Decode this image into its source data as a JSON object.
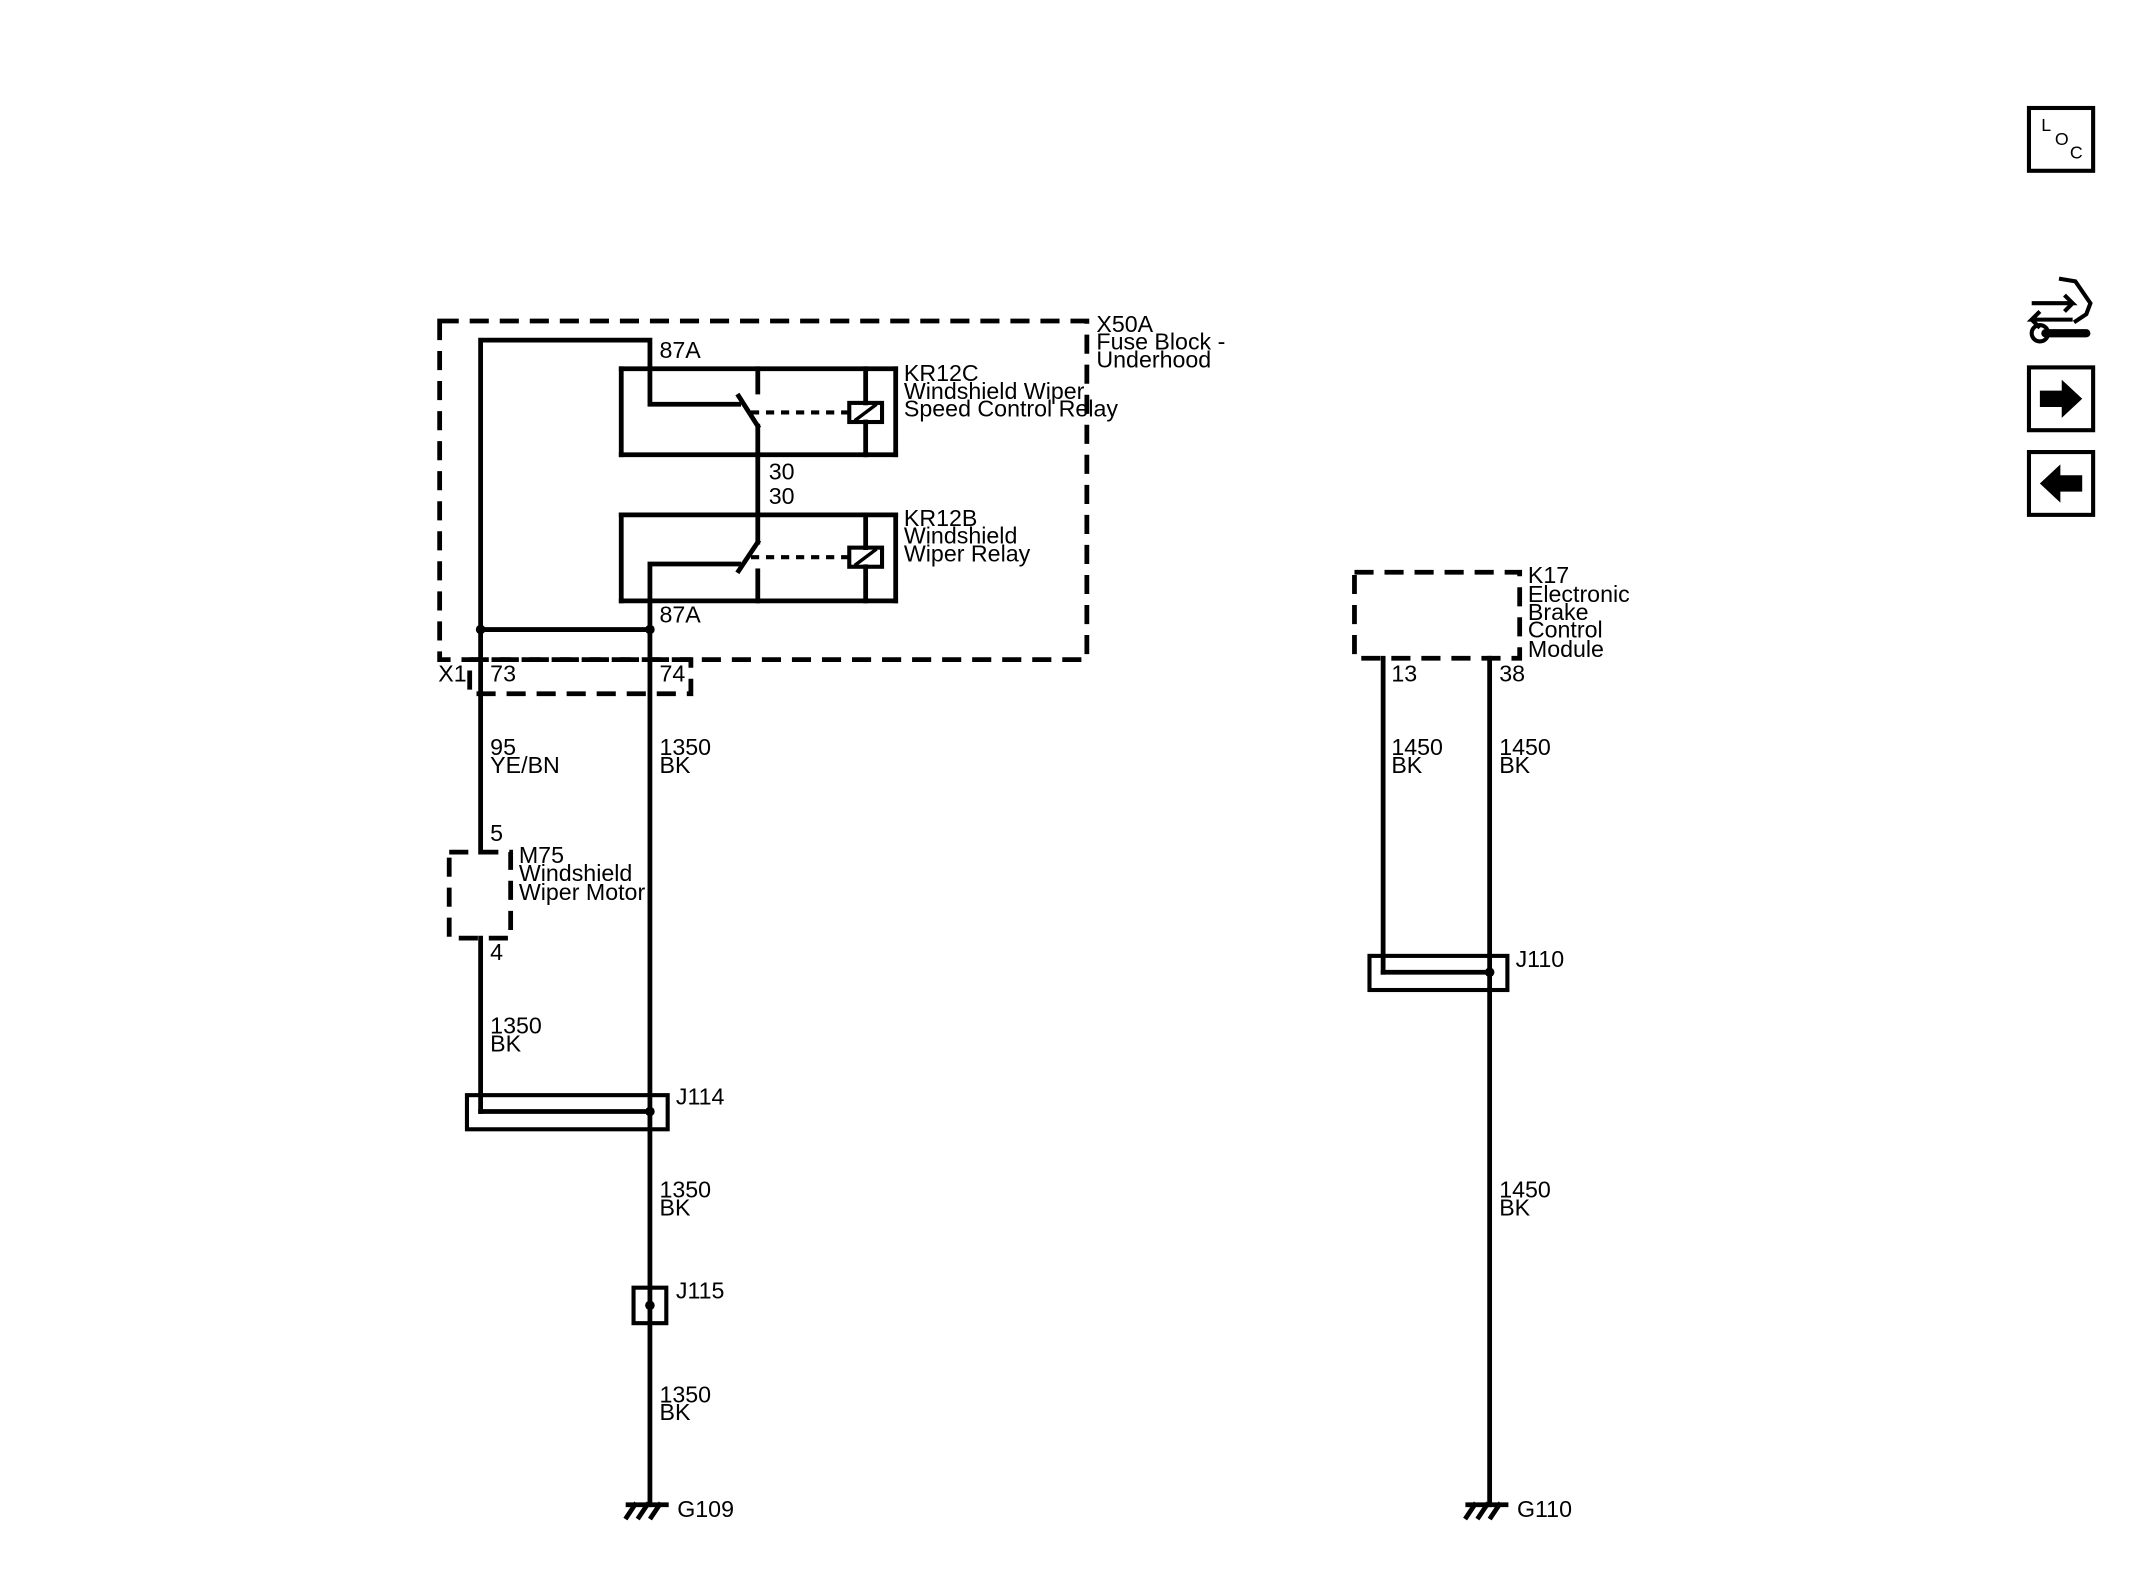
{
  "fuse_block": {
    "id": "X50A",
    "line1": "Fuse Block -",
    "line2": "Underhood",
    "connector": "X1"
  },
  "relay_c": {
    "id": "KR12C",
    "line1": "Windshield Wiper",
    "line2": "Speed Control Relay",
    "pin_top": "87A",
    "pin_bottom": "30"
  },
  "relay_b": {
    "id": "KR12B",
    "line1": "Windshield",
    "line2": "Wiper Relay",
    "pin_top": "30",
    "pin_bottom": "87A"
  },
  "x1_pins": {
    "left": "73",
    "right": "74"
  },
  "wire_95": {
    "circuit": "95",
    "color": "YE/BN"
  },
  "wire_1350_right": {
    "circuit": "1350",
    "color": "BK"
  },
  "motor": {
    "id": "M75",
    "line1": "Windshield",
    "line2": "Wiper Motor",
    "pin_top": "5",
    "pin_bottom": "4"
  },
  "wire_1350_motor": {
    "circuit": "1350",
    "color": "BK"
  },
  "splice_j114": "J114",
  "wire_1350_j114": {
    "circuit": "1350",
    "color": "BK"
  },
  "splice_j115": "J115",
  "wire_1350_j115": {
    "circuit": "1350",
    "color": "BK"
  },
  "ground_g109": "G109",
  "ebcm": {
    "id": "K17",
    "line1": "Electronic",
    "line2": "Brake",
    "line3": "Control",
    "line4": "Module",
    "pin_left": "13",
    "pin_right": "38"
  },
  "wire_1450_left": {
    "circuit": "1450",
    "color": "BK"
  },
  "wire_1450_right": {
    "circuit": "1450",
    "color": "BK"
  },
  "splice_j110": "J110",
  "wire_1450_lower": {
    "circuit": "1450",
    "color": "BK"
  },
  "ground_g110": "G110",
  "nav": {
    "loc_l": "L",
    "loc_o": "O",
    "loc_c": "C",
    "diagnostic_icon": "diagnostic-wrench-icon",
    "next_icon": "arrow-right-icon",
    "prev_icon": "arrow-left-icon"
  }
}
